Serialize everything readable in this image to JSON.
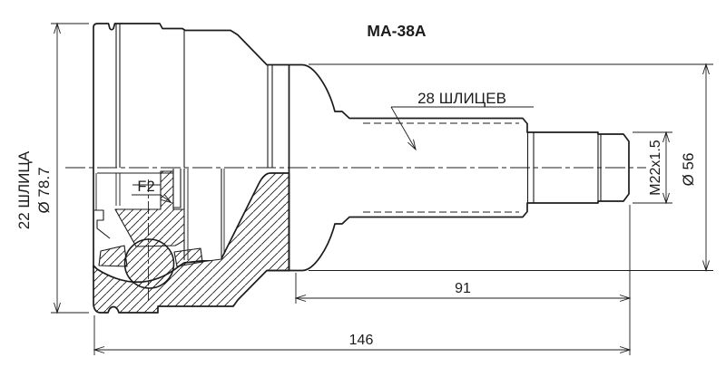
{
  "drawing": {
    "part_number": "MA-38A",
    "labels": {
      "spline_count_bell": "22 ШЛИЦА",
      "spline_count_shaft": "28 ШЛИЦЕВ",
      "groove": "F2"
    },
    "dimensions": {
      "bell_outer_diameter": "Ø 78.7",
      "land_diameter": "Ø 56",
      "thread": "M22x1.5",
      "shaft_section_length": "91",
      "total_length": "146"
    },
    "colors": {
      "line": "#1c1c1c",
      "background": "#ffffff"
    }
  }
}
